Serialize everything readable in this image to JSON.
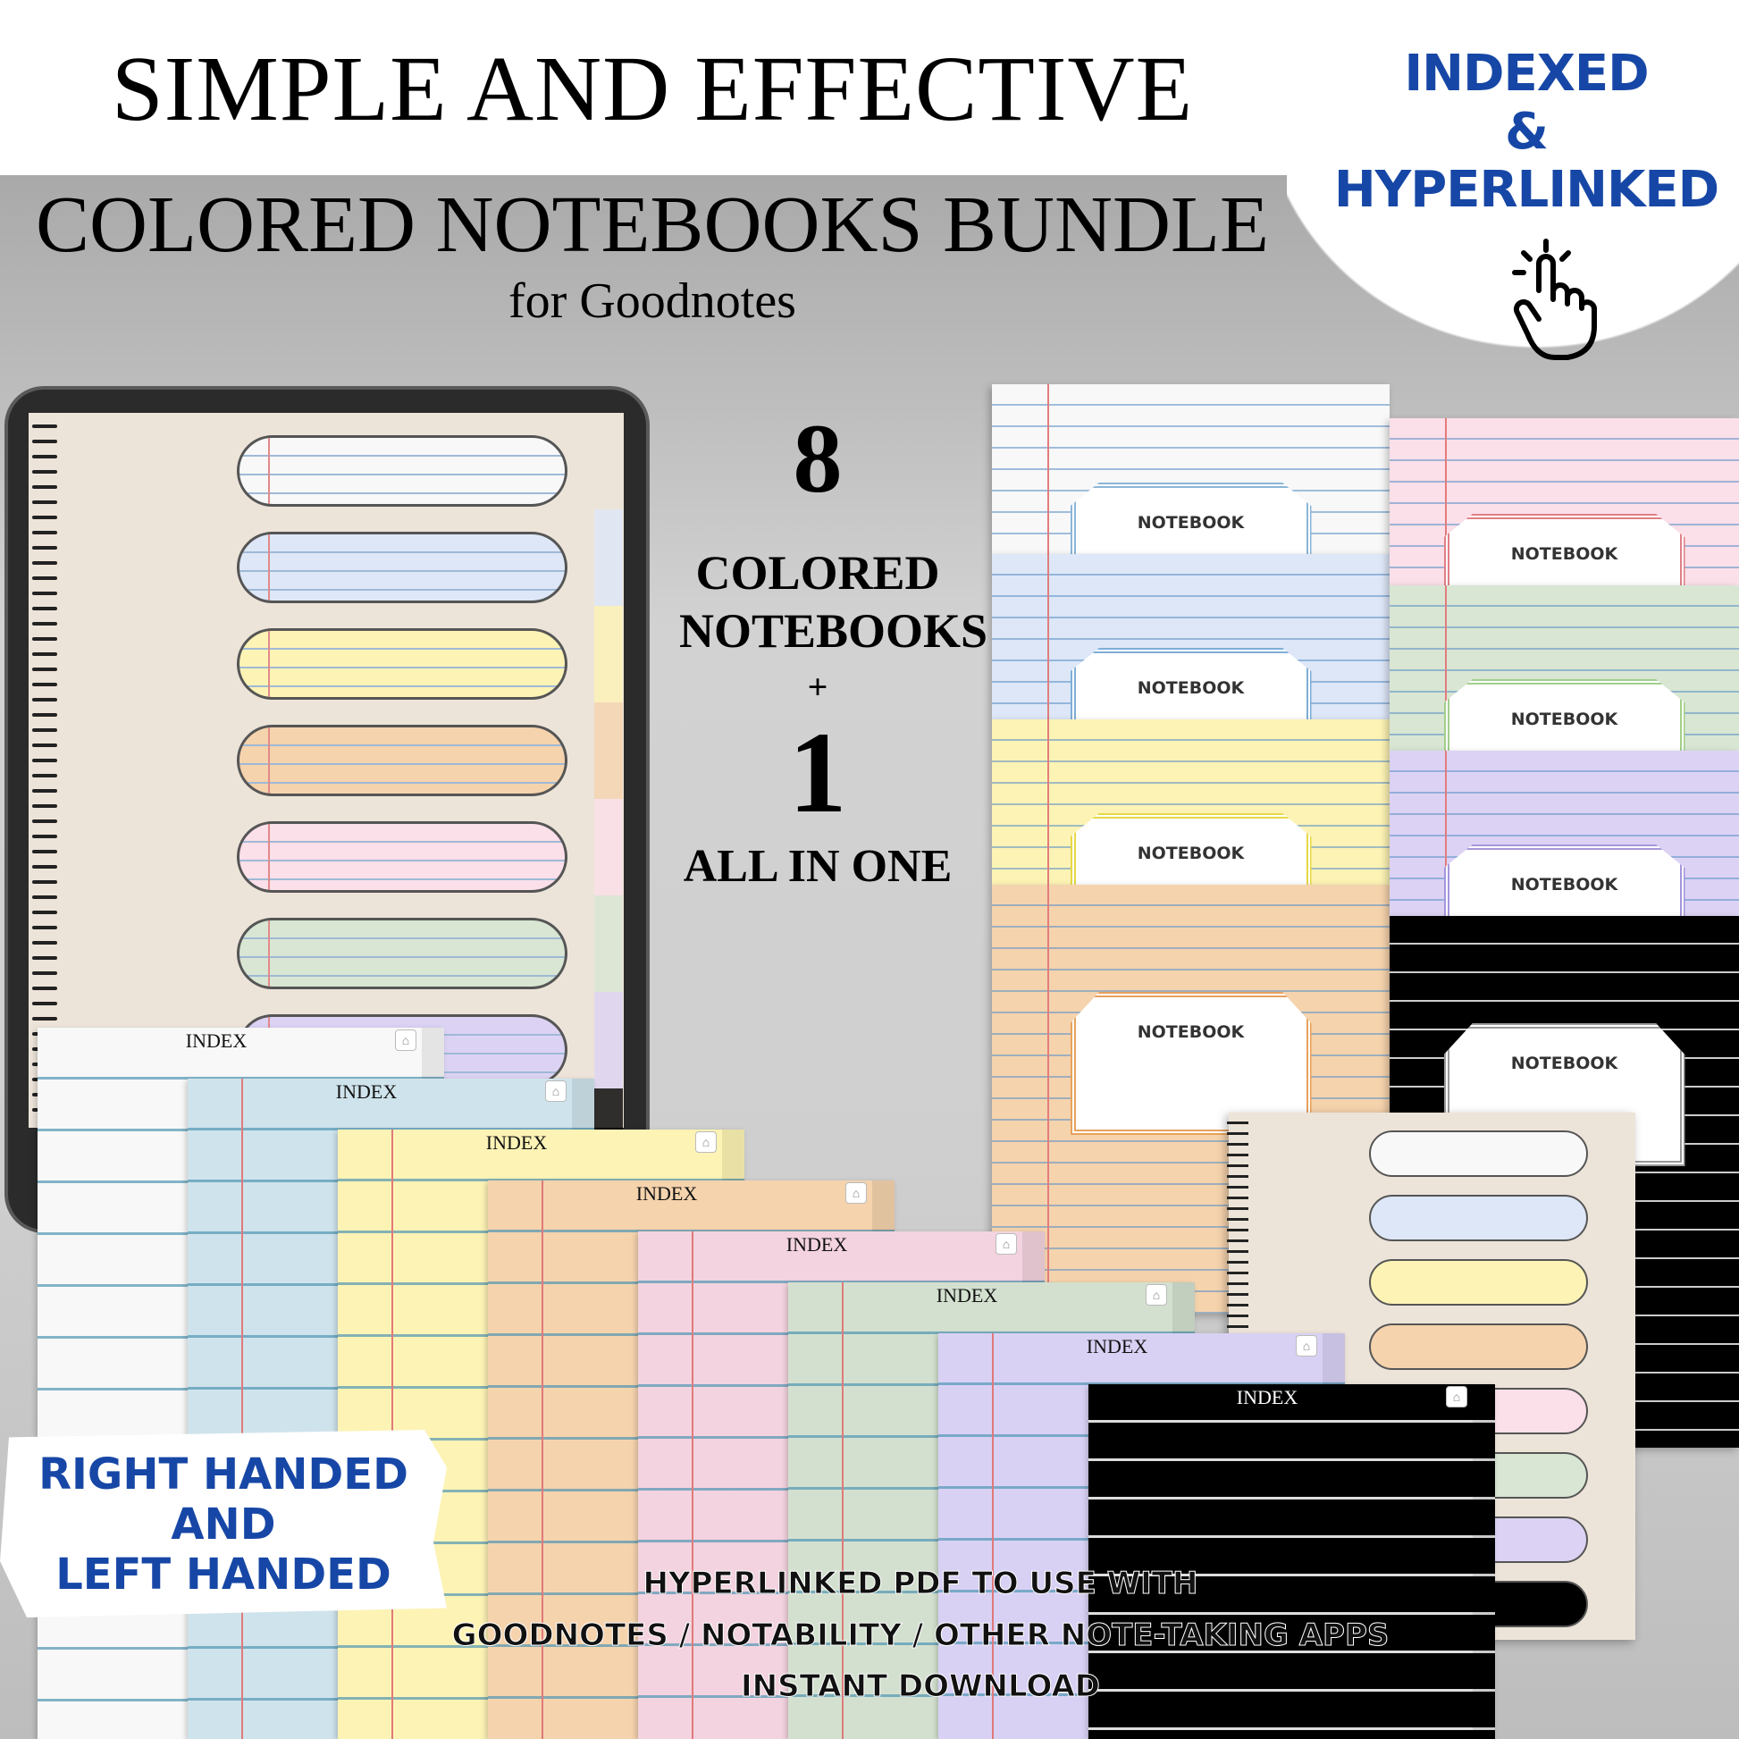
{
  "header": {
    "title_line1": "SIMPLE AND EFFECTIVE",
    "title_line2": "COLORED NOTEBOOKS BUNDLE",
    "subtitle": "for Goodnotes"
  },
  "badge": {
    "line1": "INDEXED",
    "line2": "&",
    "line3": "HYPERLINKED",
    "icon": "hand-pointer-icon",
    "color": "#1747a6"
  },
  "center": {
    "count1": "8",
    "line1": "COLORED",
    "line2": "NOTEBOOKS",
    "plus": "+",
    "count2": "1",
    "line3": "ALL IN ONE"
  },
  "colors": [
    "#f8f8f8",
    "#dde7f7",
    "#fdf3b5",
    "#f5d3ad",
    "#fbdfe9",
    "#d8e6d3",
    "#dcd3f4",
    "#000000"
  ],
  "notebook_label": "NOTEBOOK",
  "index_label": "INDEX",
  "index_colors": [
    "#f8f8f8",
    "#cfe3ec",
    "#fdf3b5",
    "#f5d3ad",
    "#f3d3df",
    "#d3e0cf",
    "#d9d1f4",
    "#000000"
  ],
  "handed": {
    "line1": "RIGHT HANDED",
    "line2": "AND",
    "line3": "LEFT HANDED"
  },
  "footer": {
    "line1": "HYPERLINKED PDF TO USE WITH",
    "line2": "GOODNOTES / NOTABILITY / OTHER NOTE-TAKING APPS",
    "line3": "INSTANT DOWNLOAD"
  }
}
